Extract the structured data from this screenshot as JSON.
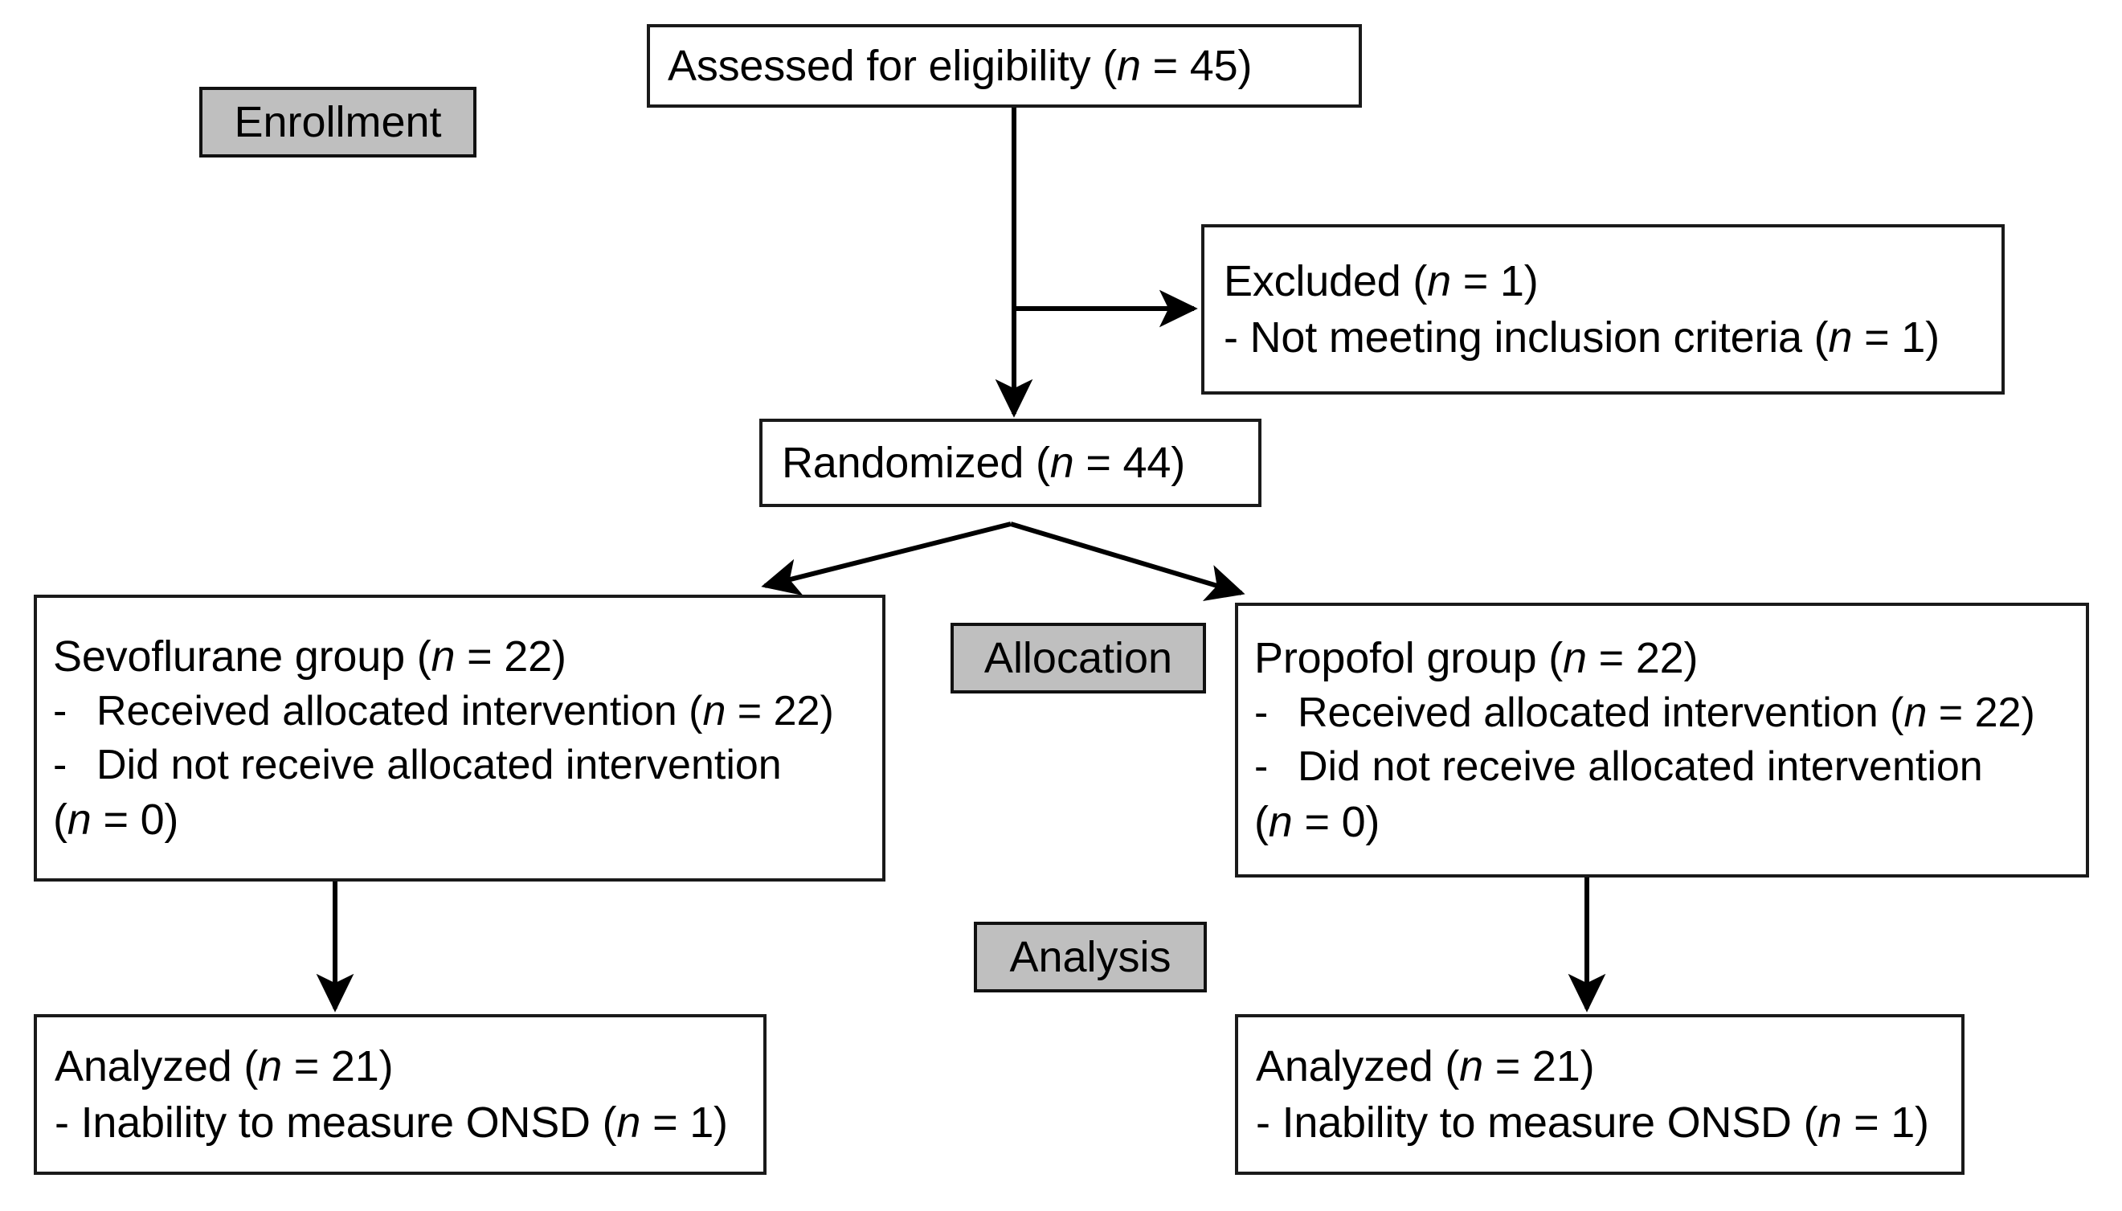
{
  "diagram": {
    "title": "CONSORT participant flow diagram",
    "type": "flowchart",
    "colors": {
      "box_border": "#1a1a1a",
      "box_fill": "#ffffff",
      "stage_label_fill": "#bfbfbf",
      "stage_label_border": "#111111",
      "connector": "#000000",
      "text": "#000000"
    }
  },
  "stages": {
    "enrollment": "Enrollment",
    "allocation": "Allocation",
    "analysis": "Analysis"
  },
  "nodes": {
    "assessed": {
      "text": "Assessed for eligibility (n = 45)",
      "label": "Assessed for eligibility",
      "n": 45
    },
    "excluded": {
      "heading": "Excluded (n = 1)",
      "label": "Excluded",
      "n": 1,
      "reasons": [
        {
          "text": "- Not meeting inclusion criteria (n = 1)",
          "label": "Not meeting inclusion criteria",
          "n": 1
        }
      ]
    },
    "randomized": {
      "text": "Randomized (n = 44)",
      "label": "Randomized",
      "n": 44
    },
    "sevoflurane": {
      "heading": "Sevoflurane group (n = 22)",
      "label": "Sevoflurane group",
      "n": 22,
      "items": [
        {
          "dash": "-",
          "text": "Received allocated intervention (n = 22)",
          "label": "Received allocated intervention",
          "n": 22
        },
        {
          "dash": "-",
          "text": "Did not receive allocated intervention (n = 0)",
          "line1": "Did not receive allocated intervention",
          "line2": "(n = 0)",
          "label": "Did not receive allocated intervention",
          "n": 0
        }
      ]
    },
    "propofol": {
      "heading": "Propofol group (n = 22)",
      "label": "Propofol group",
      "n": 22,
      "items": [
        {
          "dash": "-",
          "text": "Received allocated intervention (n = 22)",
          "label": "Received allocated intervention",
          "n": 22
        },
        {
          "dash": "-",
          "text": "Did not receive allocated intervention (n = 0)",
          "line1": "Did not receive allocated intervention",
          "line2": "(n = 0)",
          "label": "Did not receive allocated intervention",
          "n": 0
        }
      ]
    },
    "analyzed_left": {
      "heading": "Analyzed (n = 21)",
      "label": "Analyzed",
      "n": 21,
      "notes": [
        {
          "text": "- Inability to measure ONSD (n = 1)",
          "label": "Inability to measure ONSD",
          "n": 1
        }
      ]
    },
    "analyzed_right": {
      "heading": "Analyzed (n = 21)",
      "label": "Analyzed",
      "n": 21,
      "notes": [
        {
          "text": "- Inability to measure ONSD (n = 1)",
          "label": "Inability to measure ONSD",
          "n": 1
        }
      ]
    }
  },
  "connectors": [
    {
      "name": "assessed-to-randomized",
      "from": "assessed",
      "to": "randomized",
      "style": "vertical-arrow"
    },
    {
      "name": "assessed-to-excluded",
      "from": "assessed",
      "to": "excluded",
      "style": "elbow-arrow-right"
    },
    {
      "name": "randomized-to-sevoflurane",
      "from": "randomized",
      "to": "sevoflurane",
      "style": "diagonal-arrow-left"
    },
    {
      "name": "randomized-to-propofol",
      "from": "randomized",
      "to": "propofol",
      "style": "diagonal-arrow-right"
    },
    {
      "name": "sevoflurane-to-analyzed",
      "from": "sevoflurane",
      "to": "analyzed_left",
      "style": "vertical-arrow"
    },
    {
      "name": "propofol-to-analyzed",
      "from": "propofol",
      "to": "analyzed_right",
      "style": "vertical-arrow"
    }
  ]
}
